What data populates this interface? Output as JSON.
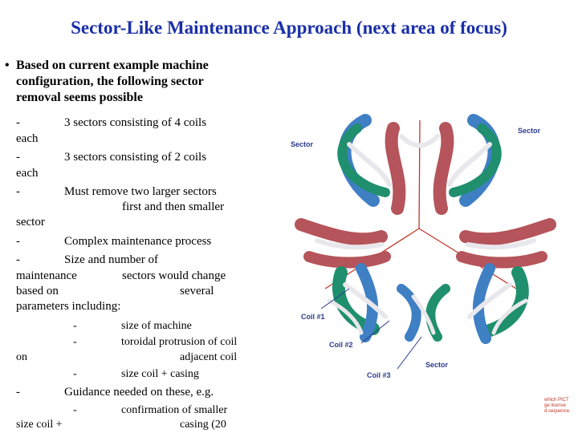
{
  "title": "Sector-Like Maintenance Approach (next area of focus)",
  "bullet": {
    "symbol": "•",
    "line1": "Based on current example machine",
    "line2": "configuration, the following sector",
    "line3": "removal seems possible"
  },
  "items": {
    "dash": "-",
    "sectors_4": "3 sectors consisting of 4 coils",
    "sectors_2": "3 sectors consisting of 2 coils",
    "each": "each",
    "remove_1": "Must remove two larger sectors",
    "remove_2": "first and then smaller",
    "remove_3": "sector",
    "complex": "Complex maintenance process",
    "size_number": "Size and number of",
    "maint_a": "maintenance",
    "maint_b": "sectors would change",
    "based_on": "based on",
    "several": "several",
    "params": "parameters including:",
    "sub_machine": "size of machine",
    "sub_toroidal": "toroidal protrusion of coil",
    "sub_on": "on",
    "sub_adjacent": "adjacent coil",
    "sub_casing": "size coil + casing",
    "guidance": "Guidance needed on these, e.g.",
    "confirm": "confirmation of smaller",
    "size_coil": "size coil +",
    "casing20": "casing (20"
  },
  "figure": {
    "label_sector_left": "Sector",
    "label_sector_right": "Sector",
    "label_sector_bottom": "Sector",
    "label_coil1": "Coil #1",
    "label_coil2": "Coil #2",
    "label_coil3": "Coil #3",
    "colors": {
      "green": "#1f8f6e",
      "blue": "#3f7fc4",
      "red": "#b5545a",
      "white": "#e8e8ec",
      "label": "#2b3b8c",
      "divider": "#c0392b"
    }
  },
  "stamp": {
    "line1": "which PICT",
    "line2": "ge license",
    "line3": "d sequence."
  }
}
